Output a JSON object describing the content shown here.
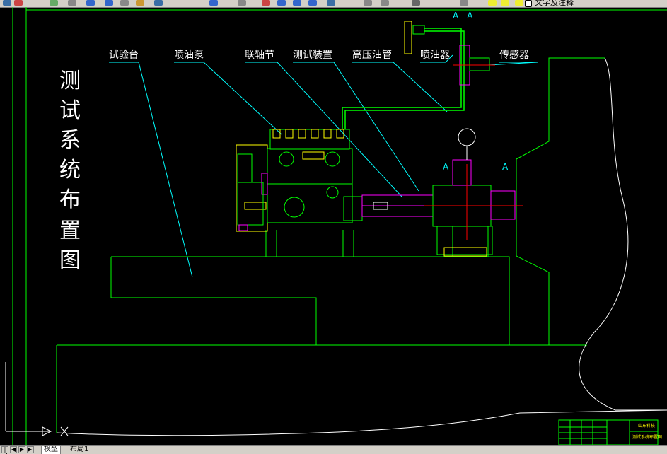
{
  "toolbar": {
    "layer_text": "文字及注释",
    "icons": [
      "undo-icon",
      "redo-icon",
      "pan-icon",
      "zoom-realtime-icon",
      "zoom-window-icon",
      "zoom-previous-icon",
      "properties-icon",
      "design-center-icon",
      "tool-palettes-icon",
      "layer-properties-icon",
      "layer-state-icon"
    ]
  },
  "drawing": {
    "title_chars": [
      "测",
      "试",
      "系",
      "统",
      "布",
      "置",
      "图"
    ],
    "labels": {
      "test_bench": "试验台",
      "injection_pump": "喷油泵",
      "coupling": "联轴节",
      "test_device": "测试装置",
      "hp_pipe": "高压油管",
      "injector": "喷油器",
      "sensor": "传感器"
    },
    "section_mark_top": "A—A",
    "section_mark_left": "A",
    "section_mark_right": "A",
    "title_block_name": "测试系统布置图",
    "title_block_school": "山东科技"
  },
  "tabs": {
    "nav_first": "|◀",
    "nav_prev": "◀",
    "nav_next": "▶",
    "nav_last": "▶|",
    "model": "模型",
    "layout1": "布局1"
  },
  "colors": {
    "background": "#000000",
    "frame": "#00ff00",
    "leader": "#00ffff",
    "part": "#ff00ff",
    "outline": "#ffffff",
    "detail_yellow": "#ffff00",
    "axis_red": "#ff0000"
  }
}
